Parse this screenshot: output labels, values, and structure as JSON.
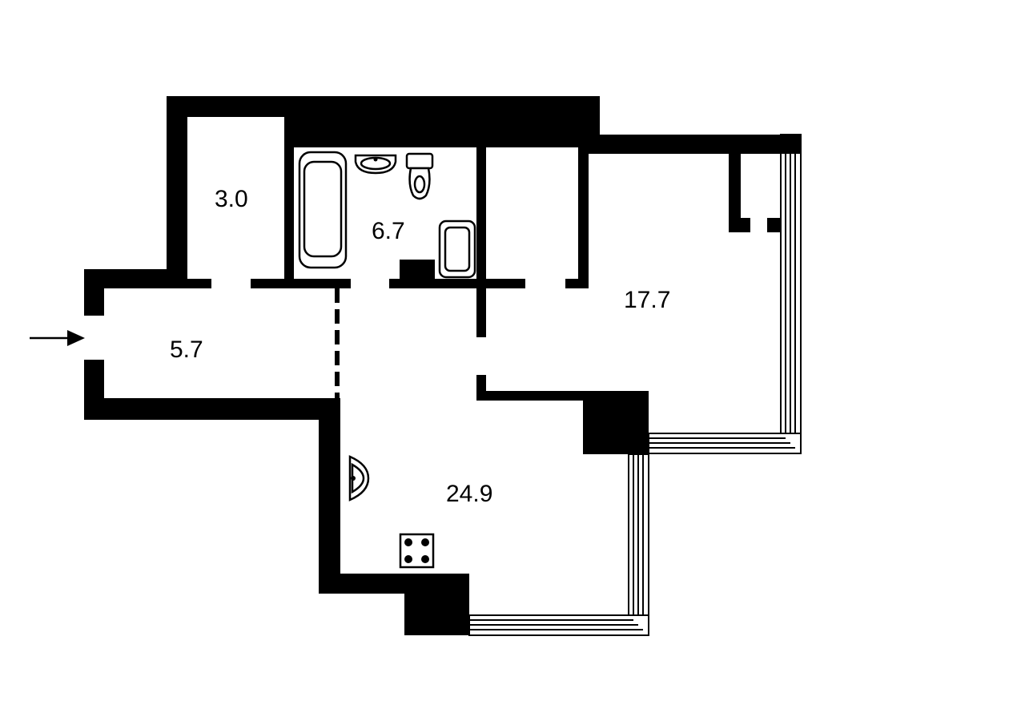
{
  "plan": {
    "rooms": [
      {
        "id": "storage",
        "area": "3.0"
      },
      {
        "id": "bathroom",
        "area": "6.7"
      },
      {
        "id": "hallway",
        "area": "5.7"
      },
      {
        "id": "bedroom",
        "area": "17.7"
      },
      {
        "id": "kitchen-living",
        "area": "24.9"
      }
    ],
    "icons": {
      "entrance": "entrance-arrow-icon",
      "bathtub": "bathtub-icon",
      "washbasin": "washbasin-icon",
      "toilet": "toilet-icon",
      "washing_machine": "washing-machine-icon",
      "kitchen_sink": "kitchen-sink-icon",
      "stove": "stove-icon"
    },
    "colors": {
      "wall": "#000000",
      "background": "#ffffff"
    }
  }
}
